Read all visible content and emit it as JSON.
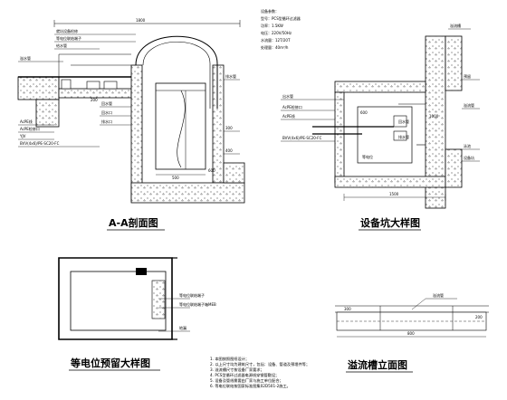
{
  "titles": {
    "section_aa": "A-A剖面图",
    "equipment_pit": "设备坑大样图",
    "equipotential": "等电位预留大样图",
    "overflow_trough": "溢流槽立面图"
  },
  "section_aa": {
    "top_dim": "1800",
    "labels": [
      "就坑设备检修",
      "等电位联结端子",
      "给水管",
      "溢水管",
      "AcPE线",
      "AcPE检修口",
      "YJV",
      "BVV(4x6)/PE-SC20-FC",
      "回水管",
      "回水口",
      "排水口",
      "排水管"
    ],
    "small_dims": [
      "200",
      "500",
      "300",
      "400",
      "600"
    ]
  },
  "equipment_params": {
    "header": "设备参数：",
    "lines": [
      "型号：PCS型循环过滤器",
      "功率：1.5KW",
      "电压：220V/50Hz",
      "水流量：12T/20T",
      "处理量：40m³/h"
    ]
  },
  "equipment_pit": {
    "labels": [
      "溢流槽",
      "预留",
      "溢流管",
      "泳池",
      "设备坑",
      "出水管",
      "AcPE检修口",
      "AcPE线",
      "回水管",
      "排水管",
      "等电位",
      "BVV(4x6)/PE-SC20-FC"
    ],
    "dims": [
      "600",
      "1000",
      "1500"
    ]
  },
  "equipotential": {
    "labels": [
      "等电位联结端子",
      "等电位联结端子箱MEB",
      "地漏"
    ]
  },
  "overflow": {
    "labels": [
      "溢流管",
      "300",
      "200",
      "800"
    ]
  },
  "notes": {
    "lines": [
      "1. 本图按照图纸设计；",
      "2. 以上尺寸均为建筑尺寸，包括：设备、管道及预埋件等；",
      "3. 溢流槽尺寸按设备厂家要求；",
      "4. PCS型循环过滤器电源线穿钢管敷设；",
      "5. 设备及管线需要由厂家与施工单位配合；",
      "6. 等电位联结按国家标准图集02D501-2施工。"
    ]
  }
}
